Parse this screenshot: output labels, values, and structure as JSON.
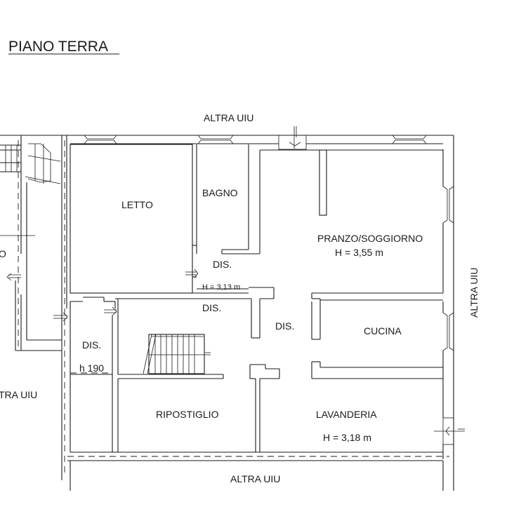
{
  "title": "PIANO TERRA",
  "labels": {
    "altra_top": "ALTRA UIU",
    "altra_right": "ALTRA UIU",
    "altra_bottom": "ALTRA UIU",
    "altra_left": "TRA UIU"
  },
  "rooms": {
    "letto": "LETTO",
    "bagno": "BAGNO",
    "pranzo": "PRANZO/SOGGIORNO",
    "pranzo_h": "H = 3,55 m",
    "dis1": "DIS.",
    "h_313": "H = 3,13 m",
    "dis2": "DIS.",
    "dis3": "DIS.",
    "cucina": "CUCINA",
    "dis4": "DIS.",
    "h190": "h 190",
    "ripostiglio": "RIPOSTIGLIO",
    "lavanderia": "LAVANDERIA",
    "lavanderia_h": "H = 3,18 m",
    "left_o": "O"
  }
}
